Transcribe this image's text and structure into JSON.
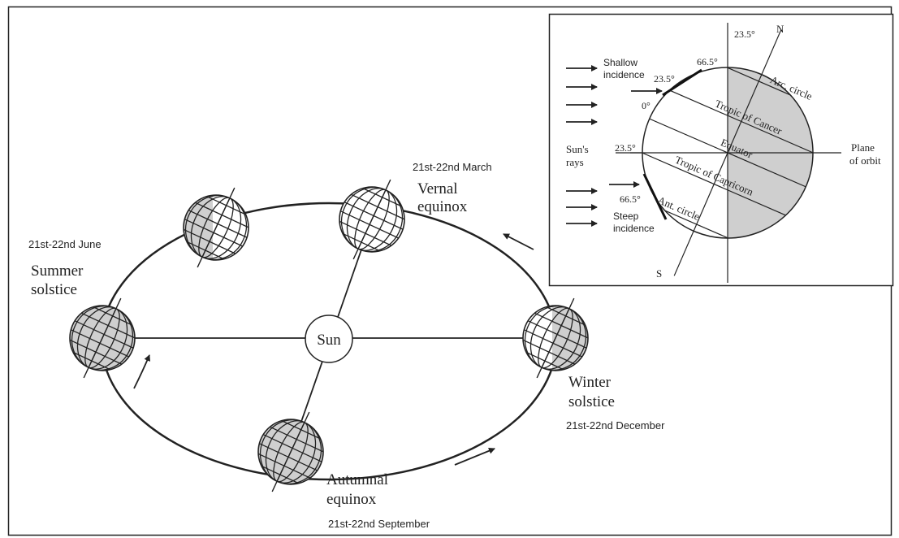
{
  "main": {
    "labels": {
      "sun": "Sun",
      "summer_date": "21st-22nd June",
      "summer_l1": "Summer",
      "summer_l2": "solstice",
      "vernal_date": "21st-22nd  March",
      "vernal_l1": "Vernal",
      "vernal_l2": "equinox",
      "winter_l1": "Winter",
      "winter_l2": "solstice",
      "winter_date": "21st-22nd  December",
      "autumnal_l1": "Autumnal",
      "autumnal_l2": "equinox",
      "autumnal_date": "21st-22nd  September"
    }
  },
  "inset": {
    "labels": {
      "north": "N",
      "south": "S",
      "angle_top": "23.5°",
      "angle_665_top": "66.5°",
      "angle_235_upper": "23.5°",
      "angle_0": "0°",
      "angle_235_mid": "23.5°",
      "angle_665_lower": "66.5°",
      "shallow_l1": "Shallow",
      "shallow_l2": "incidence",
      "steep_l1": "Steep",
      "steep_l2": "incidence",
      "sun_rays_l1": "Sun's",
      "sun_rays_l2": "rays",
      "plane_l1": "Plane",
      "plane_l2": "of orbit",
      "arc_circle": "Arc. circle",
      "tropic_cancer": "Tropic of Cancer",
      "equator": "Equator",
      "tropic_capricorn": "Tropic of Capricorn",
      "ant_circle": "Ant. circle"
    }
  },
  "colors": {
    "line": "#222222",
    "shade": "#cfcfcf",
    "background": "#ffffff"
  }
}
